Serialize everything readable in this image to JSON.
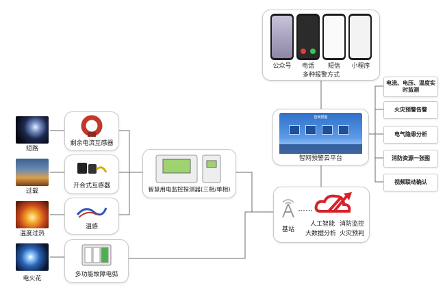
{
  "left_labels": {
    "short_circuit": "短路",
    "overload": "过载",
    "overtemp": "温度过热",
    "spark": "电火花"
  },
  "sensors": {
    "residual": "剩余电流互感器",
    "split_core": "开合式互感器",
    "temp": "温感",
    "arc": "多功能故障电弧"
  },
  "detector": {
    "label": "智慧用电监控探测器(三相/单相)"
  },
  "alarm": {
    "channels": [
      "公众号",
      "电话",
      "短信",
      "小程序"
    ],
    "caption": "多种报警方式"
  },
  "cloud": {
    "label": "智网预警云平台",
    "screen_title": "智网预警"
  },
  "base": {
    "station": "基站",
    "features": [
      "人工智能",
      "消防监控",
      "大数据分析",
      "火灾预判"
    ]
  },
  "functions": [
    "电流、电压、温度实时监测",
    "火灾预警告警",
    "电气隐患分析",
    "消防资源一张图",
    "视频联动确认"
  ],
  "colors": {
    "accent": "#3a7bd5",
    "brand_red": "#d9202a",
    "line": "#6b6b6b"
  }
}
